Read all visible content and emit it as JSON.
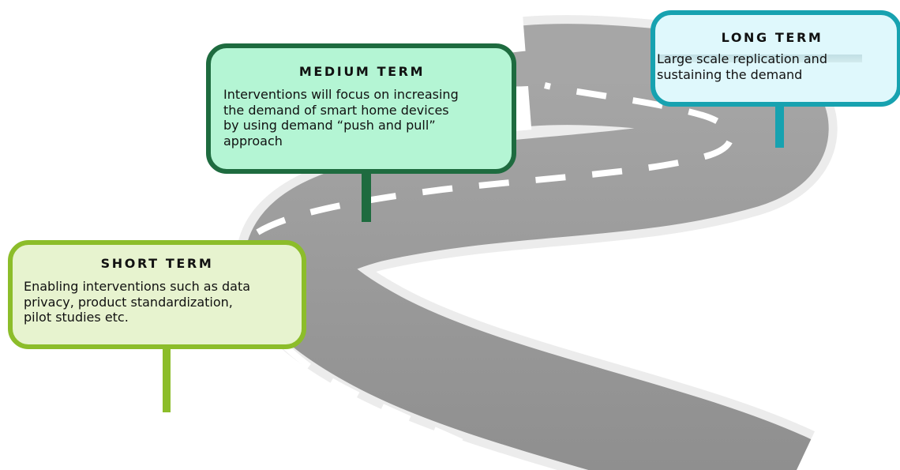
{
  "roadmap": {
    "stages": [
      {
        "key": "short",
        "title": "SHORT TERM",
        "text_lines": [
          "Enabling interventions such as data",
          "privacy, product standardization,",
          "pilot studies etc."
        ],
        "accent_color": "#8cbd2a",
        "fill_color": "#e7f3cf"
      },
      {
        "key": "medium",
        "title": "MEDIUM TERM",
        "text_lines": [
          "Interventions will focus on increasing",
          "the demand of smart home devices",
          "by using demand “push and pull”",
          "approach"
        ],
        "accent_color": "#1e6b3f",
        "fill_color": "#b4f5d4"
      },
      {
        "key": "long",
        "title": "LONG TERM",
        "text_lines": [
          "Large scale replication and",
          "sustaining the demand"
        ],
        "accent_color": "#17a2b0",
        "fill_color": "#dff8fc"
      }
    ],
    "road_colors": {
      "asphalt": "#a6a6a6",
      "asphalt_dark": "#8e8e8e",
      "shoulder": "#ececec",
      "lane_marking": "#ffffff"
    }
  }
}
